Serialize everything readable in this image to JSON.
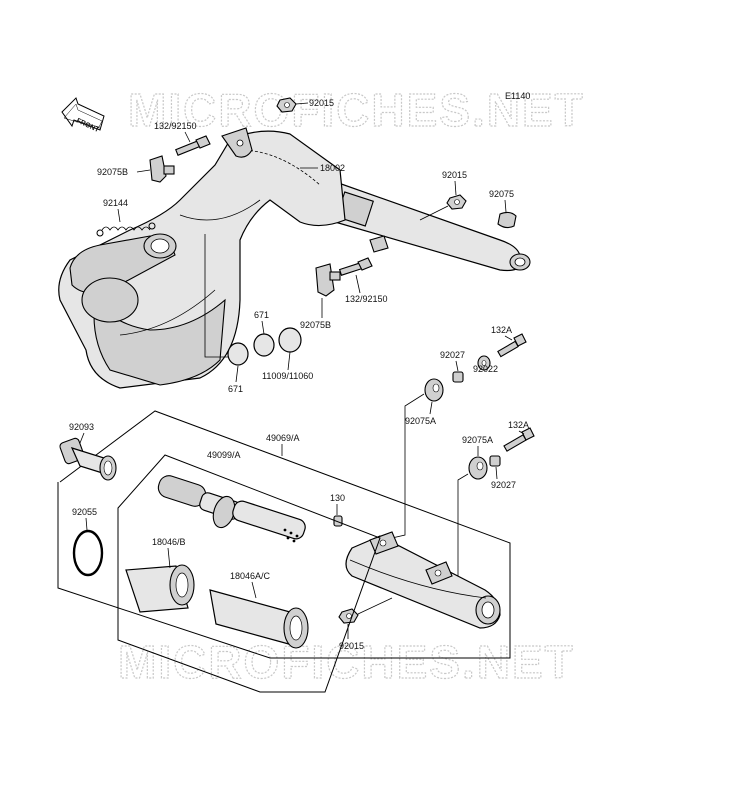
{
  "diagram": {
    "code": "E1140",
    "front_label": "FRONT",
    "watermarks": [
      "MICROFICHES.NET",
      "MICROFICHES.NET"
    ],
    "parts": {
      "p92015_top": "92015",
      "p132_92150_top": "132/92150",
      "p92075B_top": "92075B",
      "p18002": "18002",
      "p92144": "92144",
      "p92015_mid": "92015",
      "p92075": "92075",
      "p132_92150_mid": "132/92150",
      "p92075B_mid": "92075B",
      "p671_top": "671",
      "p671_bot": "671",
      "p11009_11060": "11009/11060",
      "p132A_top": "132A",
      "p92027_top": "92027",
      "p92022": "92022",
      "p92075A_top": "92075A",
      "p92093": "92093",
      "p49069A": "49069/A",
      "p49099A": "49099/A",
      "p92075A_bot": "92075A",
      "p132A_bot": "132A",
      "p92027_bot": "92027",
      "p130": "130",
      "p92055": "92055",
      "p18046B": "18046/B",
      "p18046AC": "18046A/C",
      "p92015_bot": "92015"
    }
  }
}
